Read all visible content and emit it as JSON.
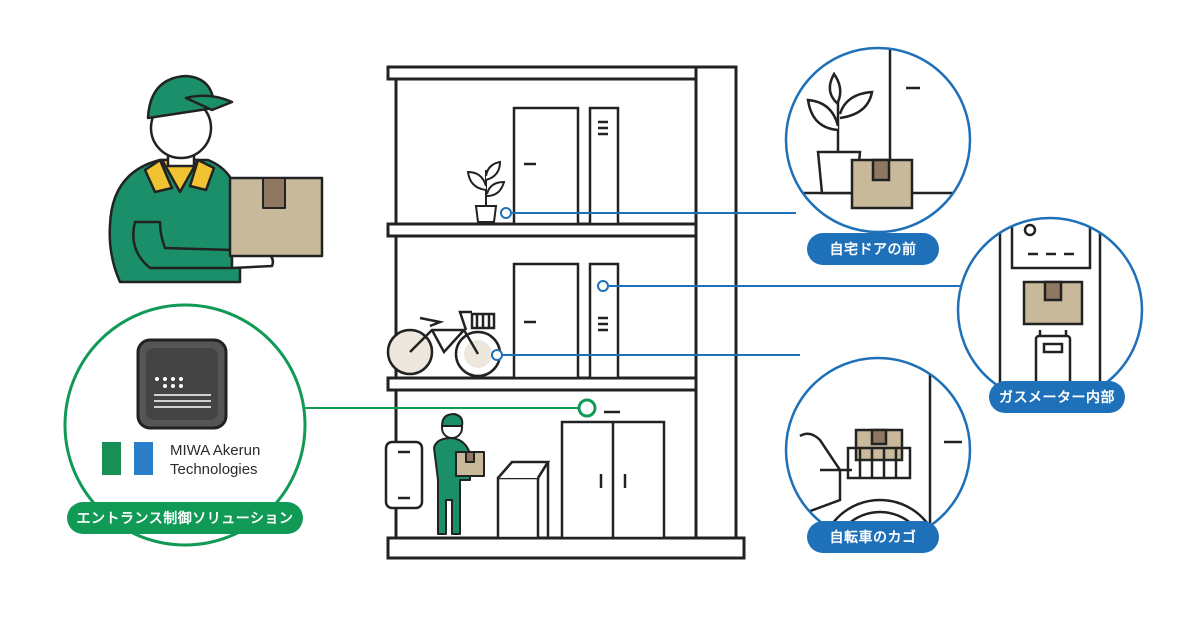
{
  "labels": {
    "front_door": "自宅ドアの前",
    "gas_meter": "ガスメーター内部",
    "bicycle_basket": "自転車のカゴ",
    "entrance_control": "エントランス制御ソリューション"
  },
  "brand": {
    "line1": "MIWA Akerun",
    "line2": "Technologies"
  },
  "colors": {
    "blue": "#1e70b8",
    "green": "#119a55",
    "uniform_green": "#1a8f6a",
    "box_tan": "#c8b99b",
    "collar_yellow": "#f1c232",
    "line_black": "#222222"
  },
  "icons": [
    "delivery-person-icon",
    "package-icon",
    "plant-icon",
    "bicycle-icon",
    "door-icon",
    "gas-meter-icon",
    "intercom-icon",
    "akerun-device-icon"
  ]
}
